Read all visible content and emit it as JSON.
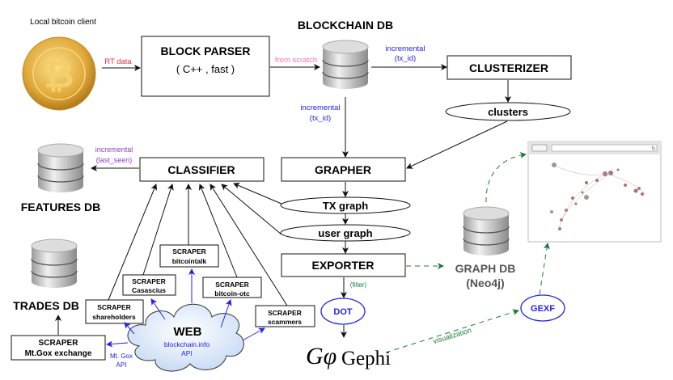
{
  "source": {
    "caption": "Local bitcoin client",
    "icon": "bitcoin-coin-icon"
  },
  "block_parser": {
    "title": "BLOCK PARSER",
    "subtitle": "( C++ , fast )",
    "input_label": "RT data",
    "output_label": "from scratch"
  },
  "blockchain_db": {
    "title": "BLOCKCHAIN DB",
    "to_clusterizer_label": [
      "incremental",
      "(tx_id)"
    ],
    "to_grapher_label": [
      "incremental",
      "(tx_id)"
    ]
  },
  "clusterizer": {
    "title": "CLUSTERIZER",
    "output": "clusters"
  },
  "grapher": {
    "title": "GRAPHER",
    "outputs": [
      "TX graph",
      "user graph"
    ]
  },
  "exporter": {
    "title": "EXPORTER",
    "filter_label": "(filter)",
    "format": "DOT"
  },
  "gephi": {
    "logo_text": "Gephi",
    "visualization_label": "visualization",
    "format": "GEXF"
  },
  "graph_db": {
    "title": "GRAPH DB",
    "subtitle": "(Neo4j)"
  },
  "classifier": {
    "title": "CLASSIFIER",
    "to_features_label": [
      "incremental",
      "(last_seen)"
    ]
  },
  "features_db": {
    "title": "FEATURES DB"
  },
  "trades_db": {
    "title": "TRADES DB"
  },
  "scrapers": [
    {
      "title": "SCRAPER",
      "source": "bitcointalk"
    },
    {
      "title": "SCRAPER",
      "source": "Casascius"
    },
    {
      "title": "SCRAPER",
      "source": "bitcoin-otc"
    },
    {
      "title": "SCRAPER",
      "source": "shareholders"
    },
    {
      "title": "SCRAPER",
      "source": "scammers"
    },
    {
      "title": "SCRAPER",
      "source": "Mt.Gox exchange"
    }
  ],
  "web": {
    "title": "WEB",
    "api": [
      "blockchain.info",
      "API"
    ],
    "mtgox_api": [
      "Mt. Gox",
      "API"
    ]
  },
  "colors": {
    "red": "#e8323c",
    "pink": "#ff6fb0",
    "blue": "#2222ee",
    "purple": "#8a3fc0",
    "green": "#1a7a3a",
    "gray": "#555555"
  }
}
